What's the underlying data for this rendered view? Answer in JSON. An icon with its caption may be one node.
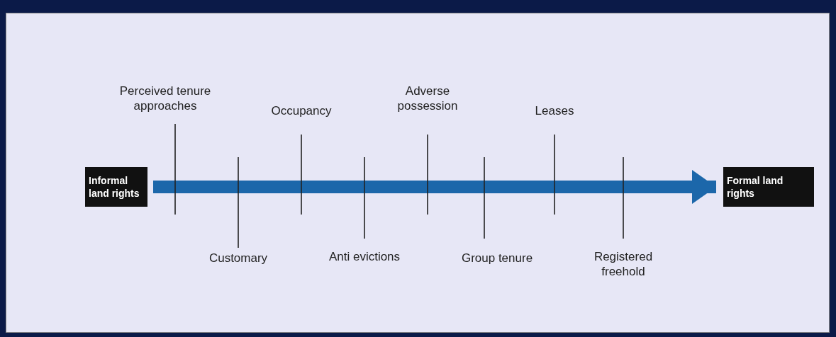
{
  "diagram": {
    "nodes": [
      {
        "text": [
          "Informal land rights"
        ]
      },
      {
        "text": [
          "Formal land rights"
        ]
      }
    ],
    "edges": [
      {
        "from": 0,
        "to": 1,
        "arrow": "to"
      }
    ],
    "labels": [
      "Perceived tenure approaches",
      "Occupancy",
      "Adverse possession",
      "Leases",
      "Customary",
      "Anti evictions",
      "Group tenure",
      "Registered freehold"
    ]
  }
}
